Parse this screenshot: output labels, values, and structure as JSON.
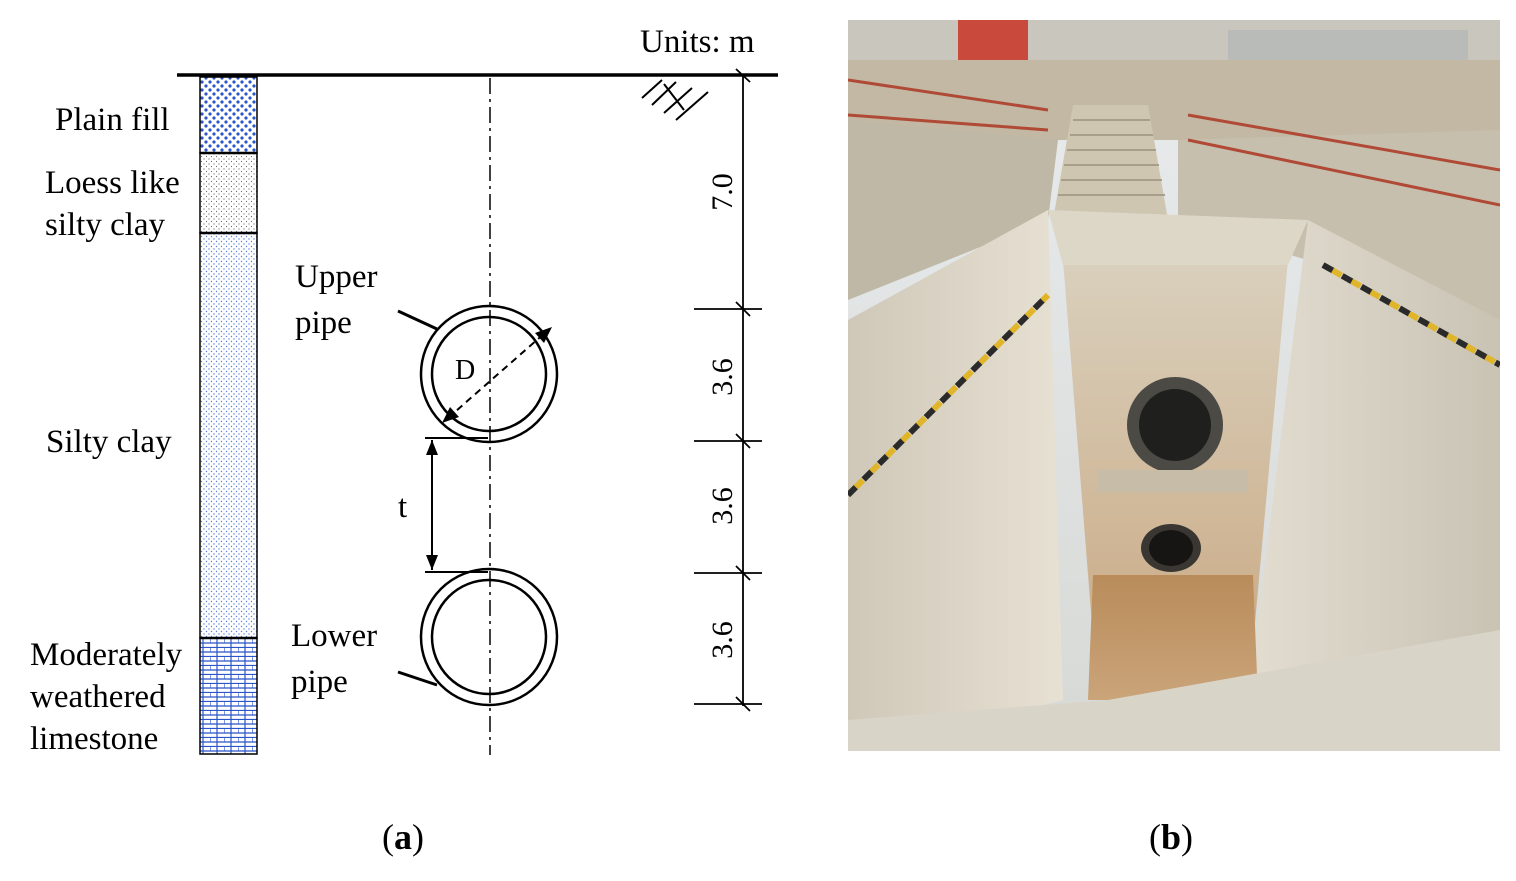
{
  "units_label": "Units: m",
  "soil_layers": [
    {
      "label_lines": [
        "Plain fill"
      ],
      "pattern": "dots-blue"
    },
    {
      "label_lines": [
        "Loess like",
        "silty clay"
      ],
      "pattern": "fine-dots"
    },
    {
      "label_lines": [
        "Silty clay"
      ],
      "pattern": "fine-dots-blue"
    },
    {
      "label_lines": [
        "Moderately",
        "weathered",
        "limestone"
      ],
      "pattern": "brick-blue"
    }
  ],
  "pipes": {
    "upper_label_lines": [
      "Upper",
      "pipe"
    ],
    "lower_label_lines": [
      "Lower",
      "pipe"
    ],
    "diameter_symbol": "D",
    "spacing_symbol": "t"
  },
  "dimensions": [
    "7.0",
    "3.6",
    "3.6",
    "3.6"
  ],
  "captions": {
    "a": "a",
    "b": "b"
  },
  "colors": {
    "pattern_blue": "#2b55c8",
    "line": "#000000"
  }
}
